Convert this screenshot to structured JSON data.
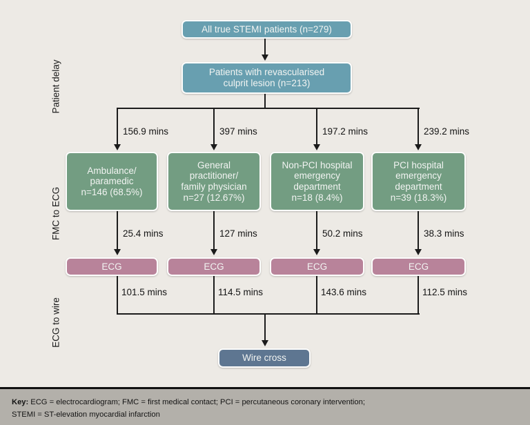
{
  "sections": {
    "patient_delay": "Patient delay",
    "fmc_to_ecg": "FMC to ECG",
    "ecg_to_wire": "ECG to wire"
  },
  "flow": {
    "top_box": "All true STEMI patients (n=279)",
    "revasc_box": "Patients with revascularised\nculprit lesion (n=213)",
    "wire_box": "Wire cross",
    "columns": [
      {
        "fmc_time": "156.9 mins",
        "source": "Ambulance/\nparamedic\nn=146 (68.5%)",
        "ecg_time": "25.4 mins",
        "ecg": "ECG",
        "wire_time": "101.5 mins"
      },
      {
        "fmc_time": "397 mins",
        "source": "General\npractitioner/\nfamily physician\nn=27 (12.67%)",
        "ecg_time": "127 mins",
        "ecg": "ECG",
        "wire_time": "114.5 mins"
      },
      {
        "fmc_time": "197.2 mins",
        "source": "Non-PCI hospital\nemergency\ndepartment\nn=18 (8.4%)",
        "ecg_time": "50.2 mins",
        "ecg": "ECG",
        "wire_time": "143.6 mins"
      },
      {
        "fmc_time": "239.2 mins",
        "source": "PCI hospital\nemergency\ndepartment\nn=39 (18.3%)",
        "ecg_time": "38.3 mins",
        "ecg": "ECG",
        "wire_time": "112.5 mins"
      }
    ]
  },
  "key": {
    "label": "Key:",
    "line1": "ECG = electrocardiogram; FMC = first medical contact; PCI = percutaneous coronary intervention;",
    "line2": "STEMI = ST-elevation myocardial infarction"
  },
  "colors": {
    "background": "#edeae5",
    "teal_box": "#689fb0",
    "green_box": "#739d82",
    "pink_box": "#b8839a",
    "slate_box": "#5e7691",
    "key_strip": "#b3b0aa",
    "line": "#1b1b1b"
  }
}
